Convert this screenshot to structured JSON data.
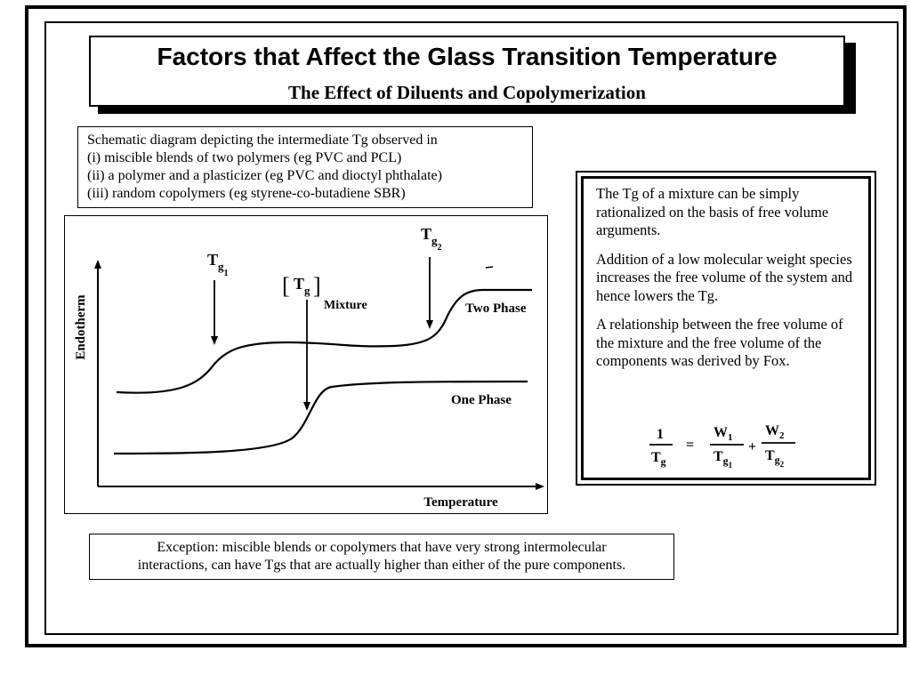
{
  "title": {
    "main": "Factors that Affect the Glass Transition Temperature",
    "subtitle": "The Effect of Diluents and Copolymerization"
  },
  "description": {
    "lines": [
      "Schematic diagram depicting the intermediate Tg observed in",
      "(i)   miscible blends of two polymers (eg PVC and PCL)",
      "(ii)  a polymer and a plasticizer (eg PVC and dioctyl phthalate)",
      "(iii) random copolymers (eg styrene-co-butadiene SBR)"
    ]
  },
  "diagram": {
    "y_axis_label": "Endotherm",
    "x_axis_label": "Temperature",
    "curve_two_phase_label": "Two Phase",
    "curve_one_phase_label": "One Phase",
    "tg1_main": "T",
    "tg1_sub": "g",
    "tg1_subsub": "1",
    "tg2_main": "T",
    "tg2_sub": "g",
    "tg2_subsub": "2",
    "tgmix_main": "T",
    "tgmix_sub": "g",
    "tgmix_label": "Mixture"
  },
  "info": {
    "para1": "The Tg of a mixture can be simply rationalized on the basis of free volume arguments.",
    "para2": "Addition of a low molecular weight species increases the free volume of the system and hence lowers the Tg.",
    "para3": "A relationship between the free volume of the mixture and the free volume of the components was derived by Fox."
  },
  "equation": {
    "lhs_num": "1",
    "lhs_den_main": "T",
    "lhs_den_sub": "g",
    "equals": "=",
    "t1_num_main": "W",
    "t1_num_sub": "1",
    "t1_den_main": "T",
    "t1_den_sub": "g",
    "t1_den_subsub": "1",
    "plus": "+",
    "t2_num_main": "W",
    "t2_num_sub": "2",
    "t2_den_main": "T",
    "t2_den_sub": "g",
    "t2_den_subsub": "2"
  },
  "exception": {
    "line1": "Exception: miscible blends or copolymers that have very strong intermolecular",
    "line2": "interactions, can have Tgs that are actually higher than either of the pure components."
  }
}
